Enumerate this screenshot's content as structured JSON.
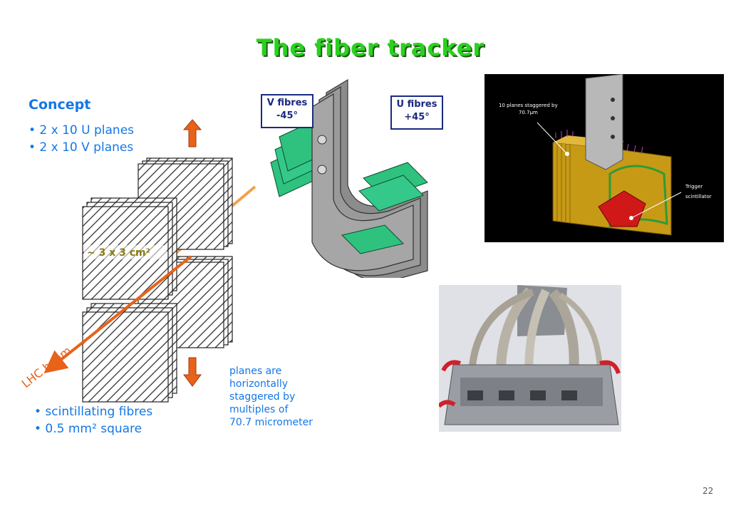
{
  "slide": {
    "title": "The fiber tracker",
    "page_number": "22"
  },
  "concept": {
    "heading": "Concept",
    "bullets_top": [
      "• 2 x 10 U planes",
      "• 2 x 10 V planes"
    ],
    "bullets_bottom": [
      "• scintillating fibres",
      "• 0.5 mm² square"
    ],
    "area_label": "~ 3 x 3 cm²",
    "beam_label": "LHC beam",
    "note_lines": [
      "planes are",
      "horizontally",
      "staggered by",
      "multiples of",
      "70.7 micrometer"
    ]
  },
  "fibres": {
    "v_label": [
      "V fibres",
      "-45°"
    ],
    "u_label": [
      "U fibres",
      "+45°"
    ]
  },
  "render": {
    "annotation_1": [
      "10 planes staggered by",
      "70.7μm"
    ],
    "annotation_2": [
      "Trigger",
      "scintillator"
    ]
  },
  "colors": {
    "title_green": "#2bd11f",
    "text_blue": "#1477e6",
    "arrow_orange": "#e8621a",
    "fibre_green": "#2ec27e",
    "render_bg": "#000000"
  }
}
